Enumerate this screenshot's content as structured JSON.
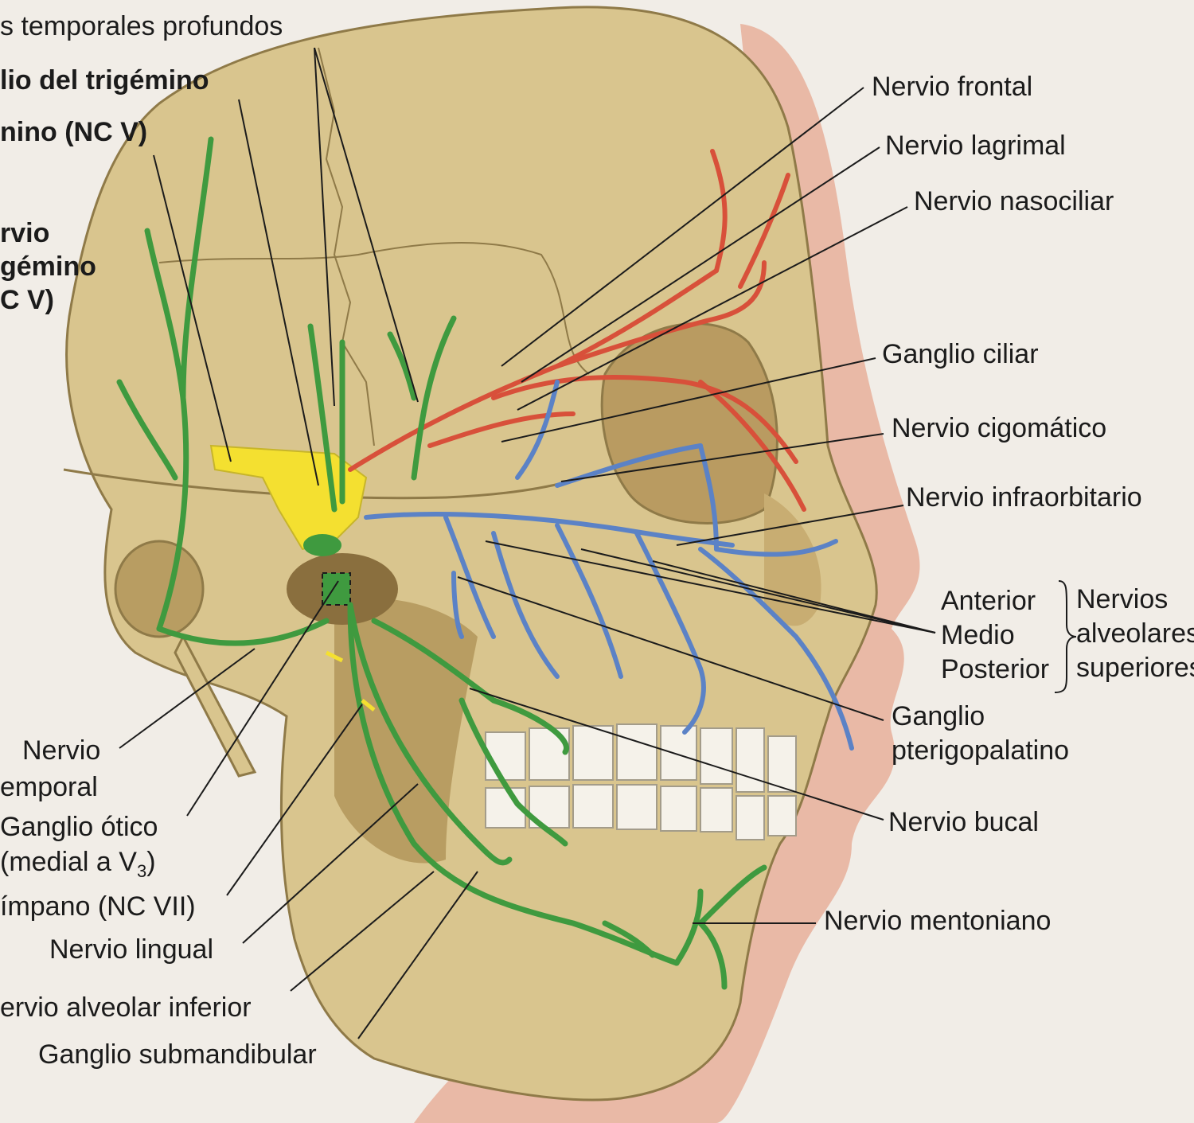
{
  "labels": {
    "temporales_profundos": "s temporales profundos",
    "ganglio_trigemino": "lio del trigémino",
    "trigemino_nc": "nino (NC V)",
    "nervio_trigemino_1": "rvio",
    "nervio_trigemino_2": "gémino",
    "nervio_trigemino_3": "C V)",
    "nervio_frontal": "Nervio frontal",
    "nervio_lagrimal": "Nervio lagrimal",
    "nervio_nasociliar": "Nervio nasociliar",
    "ganglio_ciliar": "Ganglio ciliar",
    "nervio_cigomatico": "Nervio cigomático",
    "nervio_infraorbitario": "Nervio infraorbitario",
    "anterior": "Anterior",
    "medio": "Medio",
    "posterior": "Posterior",
    "alveolares_1": "Nervios",
    "alveolares_2": "alveolares",
    "alveolares_3": "superiores",
    "ganglio_pterigo_1": "Ganglio",
    "ganglio_pterigo_2": "pterigopalatino",
    "nervio_bucal": "Nervio bucal",
    "nervio_mentoniano": "Nervio mentoniano",
    "nervio_temporal_1": "Nervio",
    "nervio_temporal_2": "emporal",
    "ganglio_otico_1": "Ganglio ótico",
    "ganglio_otico_2": "(medial a V",
    "ganglio_otico_sub": "3",
    "ganglio_otico_close": ")",
    "timpano": "ímpano (NC VII)",
    "nervio_lingual": "Nervio lingual",
    "alveolar_inferior": "ervio alveolar inferior",
    "ganglio_submandibular": "Ganglio submandibular"
  },
  "colors": {
    "bone": "#d9c58e",
    "skin": "#e9b9a6",
    "nerve_v1": "#d8503a",
    "nerve_v2": "#5b82c6",
    "nerve_v3": "#3f9a3f",
    "ganglion": "#f4e030"
  }
}
